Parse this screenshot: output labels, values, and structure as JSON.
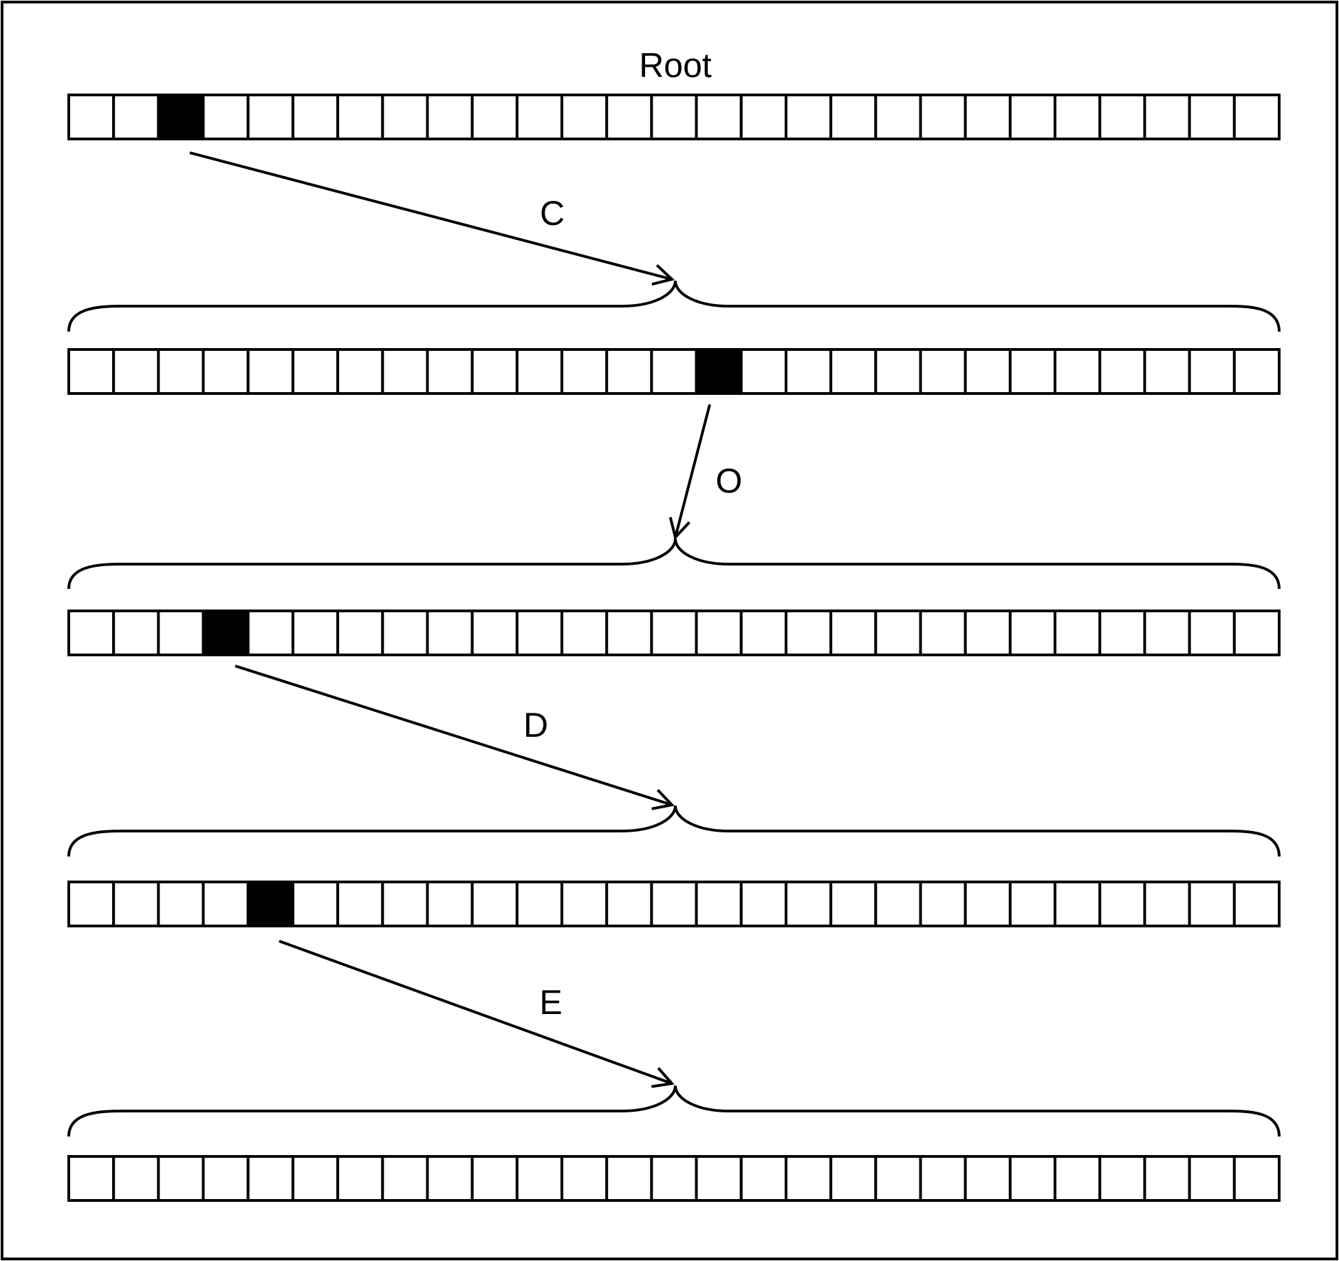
{
  "root_label": "Root",
  "cells_per_array": 27,
  "arrays": [
    {
      "id": "root",
      "marked_index": 2
    },
    {
      "id": "level-c",
      "marked_index": 14
    },
    {
      "id": "level-o",
      "marked_index": 3
    },
    {
      "id": "level-d",
      "marked_index": 4
    },
    {
      "id": "level-e",
      "marked_index": null
    }
  ],
  "edges": [
    {
      "label": "C"
    },
    {
      "label": "O"
    },
    {
      "label": "D"
    },
    {
      "label": "E"
    }
  ],
  "colors": {
    "marked": "#000000",
    "empty": "#ffffff",
    "line": "#000000"
  }
}
